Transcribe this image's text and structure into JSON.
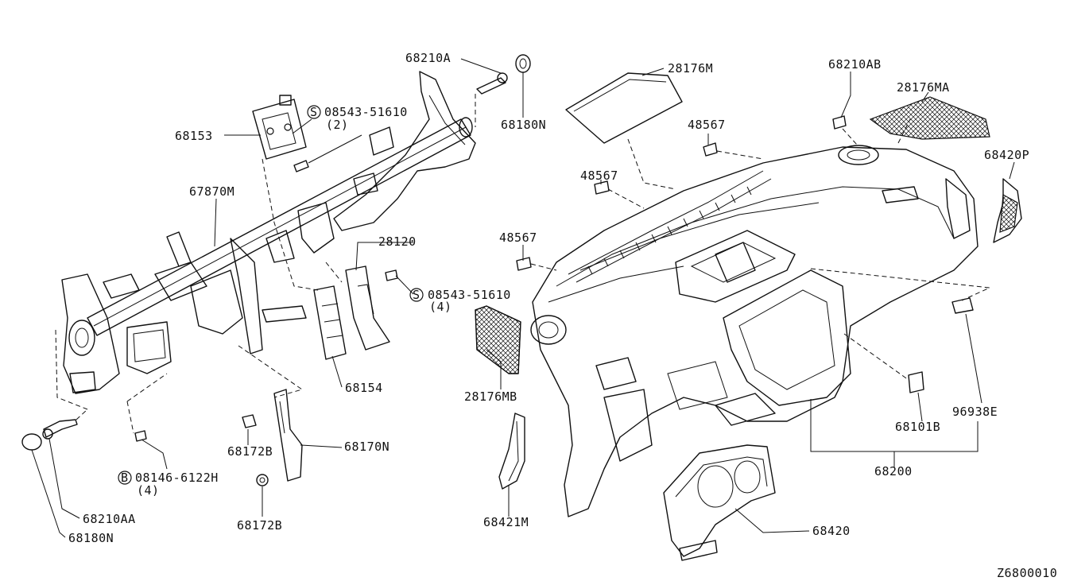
{
  "diagram_code": "Z6800010",
  "labels": {
    "p68210A": "68210A",
    "p68180N_top": "68180N",
    "p28176M": "28176M",
    "p68210AB": "68210AB",
    "p28176MA": "28176MA",
    "p48567_a": "48567",
    "p48567_b": "48567",
    "p48567_c": "48567",
    "p68420P": "68420P",
    "p68153": "68153",
    "p08543_top": "08543-51610",
    "p08543_top_qty": "(2)",
    "p67870M": "67870M",
    "p28120": "28120",
    "p08543_mid": "08543-51610",
    "p08543_mid_qty": "(4)",
    "p68154": "68154",
    "p28176MB": "28176MB",
    "p68101B": "68101B",
    "p96938E": "96938E",
    "p68200": "68200",
    "p68172B_a": "68172B",
    "p68170N": "68170N",
    "p08146": "08146-6122H",
    "p08146_qty": "(4)",
    "p68172B_b": "68172B",
    "p68210AA": "68210AA",
    "p68180N_bot": "68180N",
    "p68421M": "68421M",
    "p68420": "68420"
  },
  "symbols": {
    "screw_s": "S",
    "bolt_b": "B"
  }
}
